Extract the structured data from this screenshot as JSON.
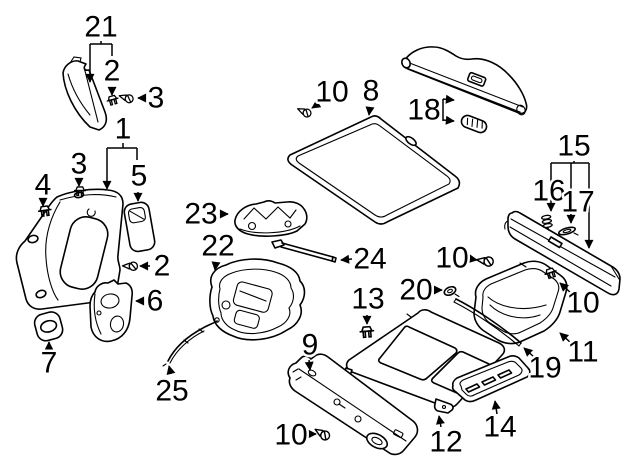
{
  "figure": {
    "kind": "exploded-parts-diagram",
    "background": "#ffffff",
    "line_color": "#000000",
    "label_color": "#000000"
  },
  "callouts": {
    "n1": "1",
    "n2a": "2",
    "n2b": "2",
    "n3a": "3",
    "n3b": "3",
    "n4": "4",
    "n5": "5",
    "n6": "6",
    "n7": "7",
    "n8": "8",
    "n9": "9",
    "n10a": "10",
    "n10b": "10",
    "n10c": "10",
    "n10d": "10",
    "n11": "11",
    "n12": "12",
    "n13": "13",
    "n14": "14",
    "n15": "15",
    "n16": "16",
    "n17": "17",
    "n18": "18",
    "n19": "19",
    "n20": "20",
    "n21": "21",
    "n22": "22",
    "n23": "23",
    "n24": "24",
    "n25": "25"
  }
}
